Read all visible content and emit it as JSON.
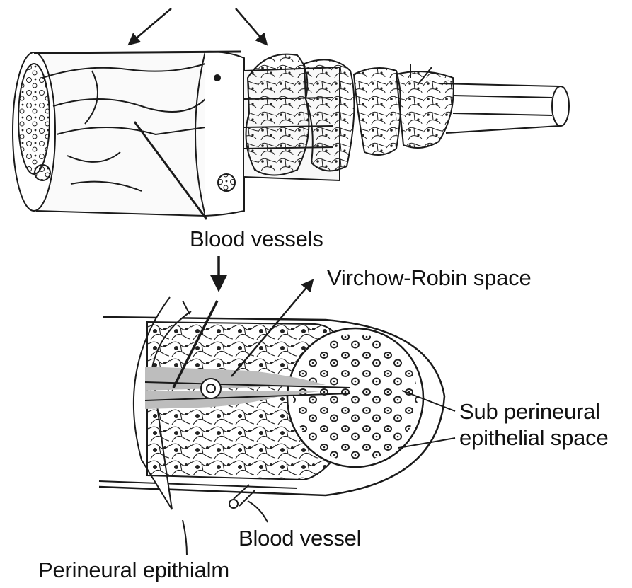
{
  "diagram": {
    "labels": {
      "blood_vessels": "Blood vessels",
      "virchow_robin_space": "Virchow-Robin space",
      "sub_perineural_line1": "Sub perineural",
      "sub_perineural_line2": "epithelial space",
      "blood_vessel": "Blood vessel",
      "perineural_epithialm": "Perineural epithialm"
    }
  },
  "colors": {
    "ink": "#1a1a1a",
    "shade": "#bdbdbd",
    "background": "#ffffff"
  }
}
